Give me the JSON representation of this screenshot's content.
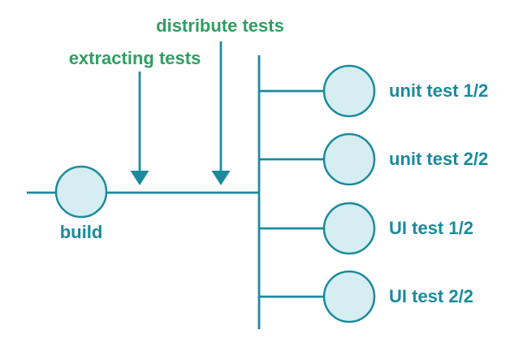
{
  "colors": {
    "teal": "#1b8a9d",
    "green": "#2f9e62",
    "node_fill": "#d6edf2",
    "background": "#ffffff"
  },
  "diagram": {
    "build_node": {
      "label": "build"
    },
    "annotations": [
      {
        "label": "extracting tests"
      },
      {
        "label": "distribute tests"
      }
    ],
    "test_nodes": [
      {
        "label": "unit test 1/2"
      },
      {
        "label": "unit test 2/2"
      },
      {
        "label": "UI test 1/2"
      },
      {
        "label": "UI test 2/2"
      }
    ]
  }
}
